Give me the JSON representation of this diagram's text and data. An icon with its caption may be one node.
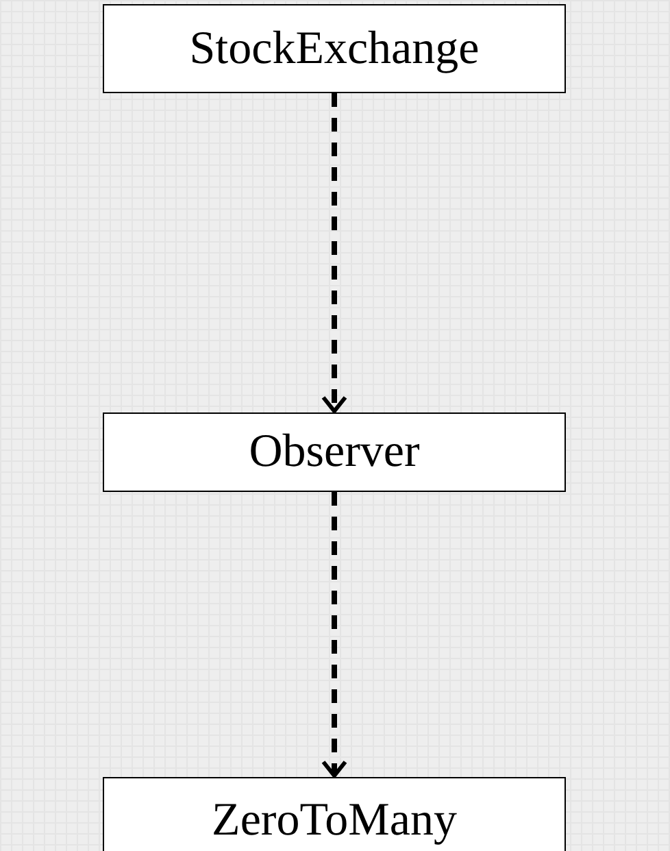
{
  "diagram": {
    "nodes": [
      {
        "text": [
          "StockExchange"
        ]
      },
      {
        "text": [
          "Observer"
        ]
      },
      {
        "text": [
          "ZeroToMany"
        ]
      }
    ],
    "edges": [
      {
        "from": 0,
        "to": 1,
        "arrow": "to",
        "style": "dashed"
      },
      {
        "from": 1,
        "to": 2,
        "arrow": "to",
        "style": "dashed"
      }
    ]
  }
}
